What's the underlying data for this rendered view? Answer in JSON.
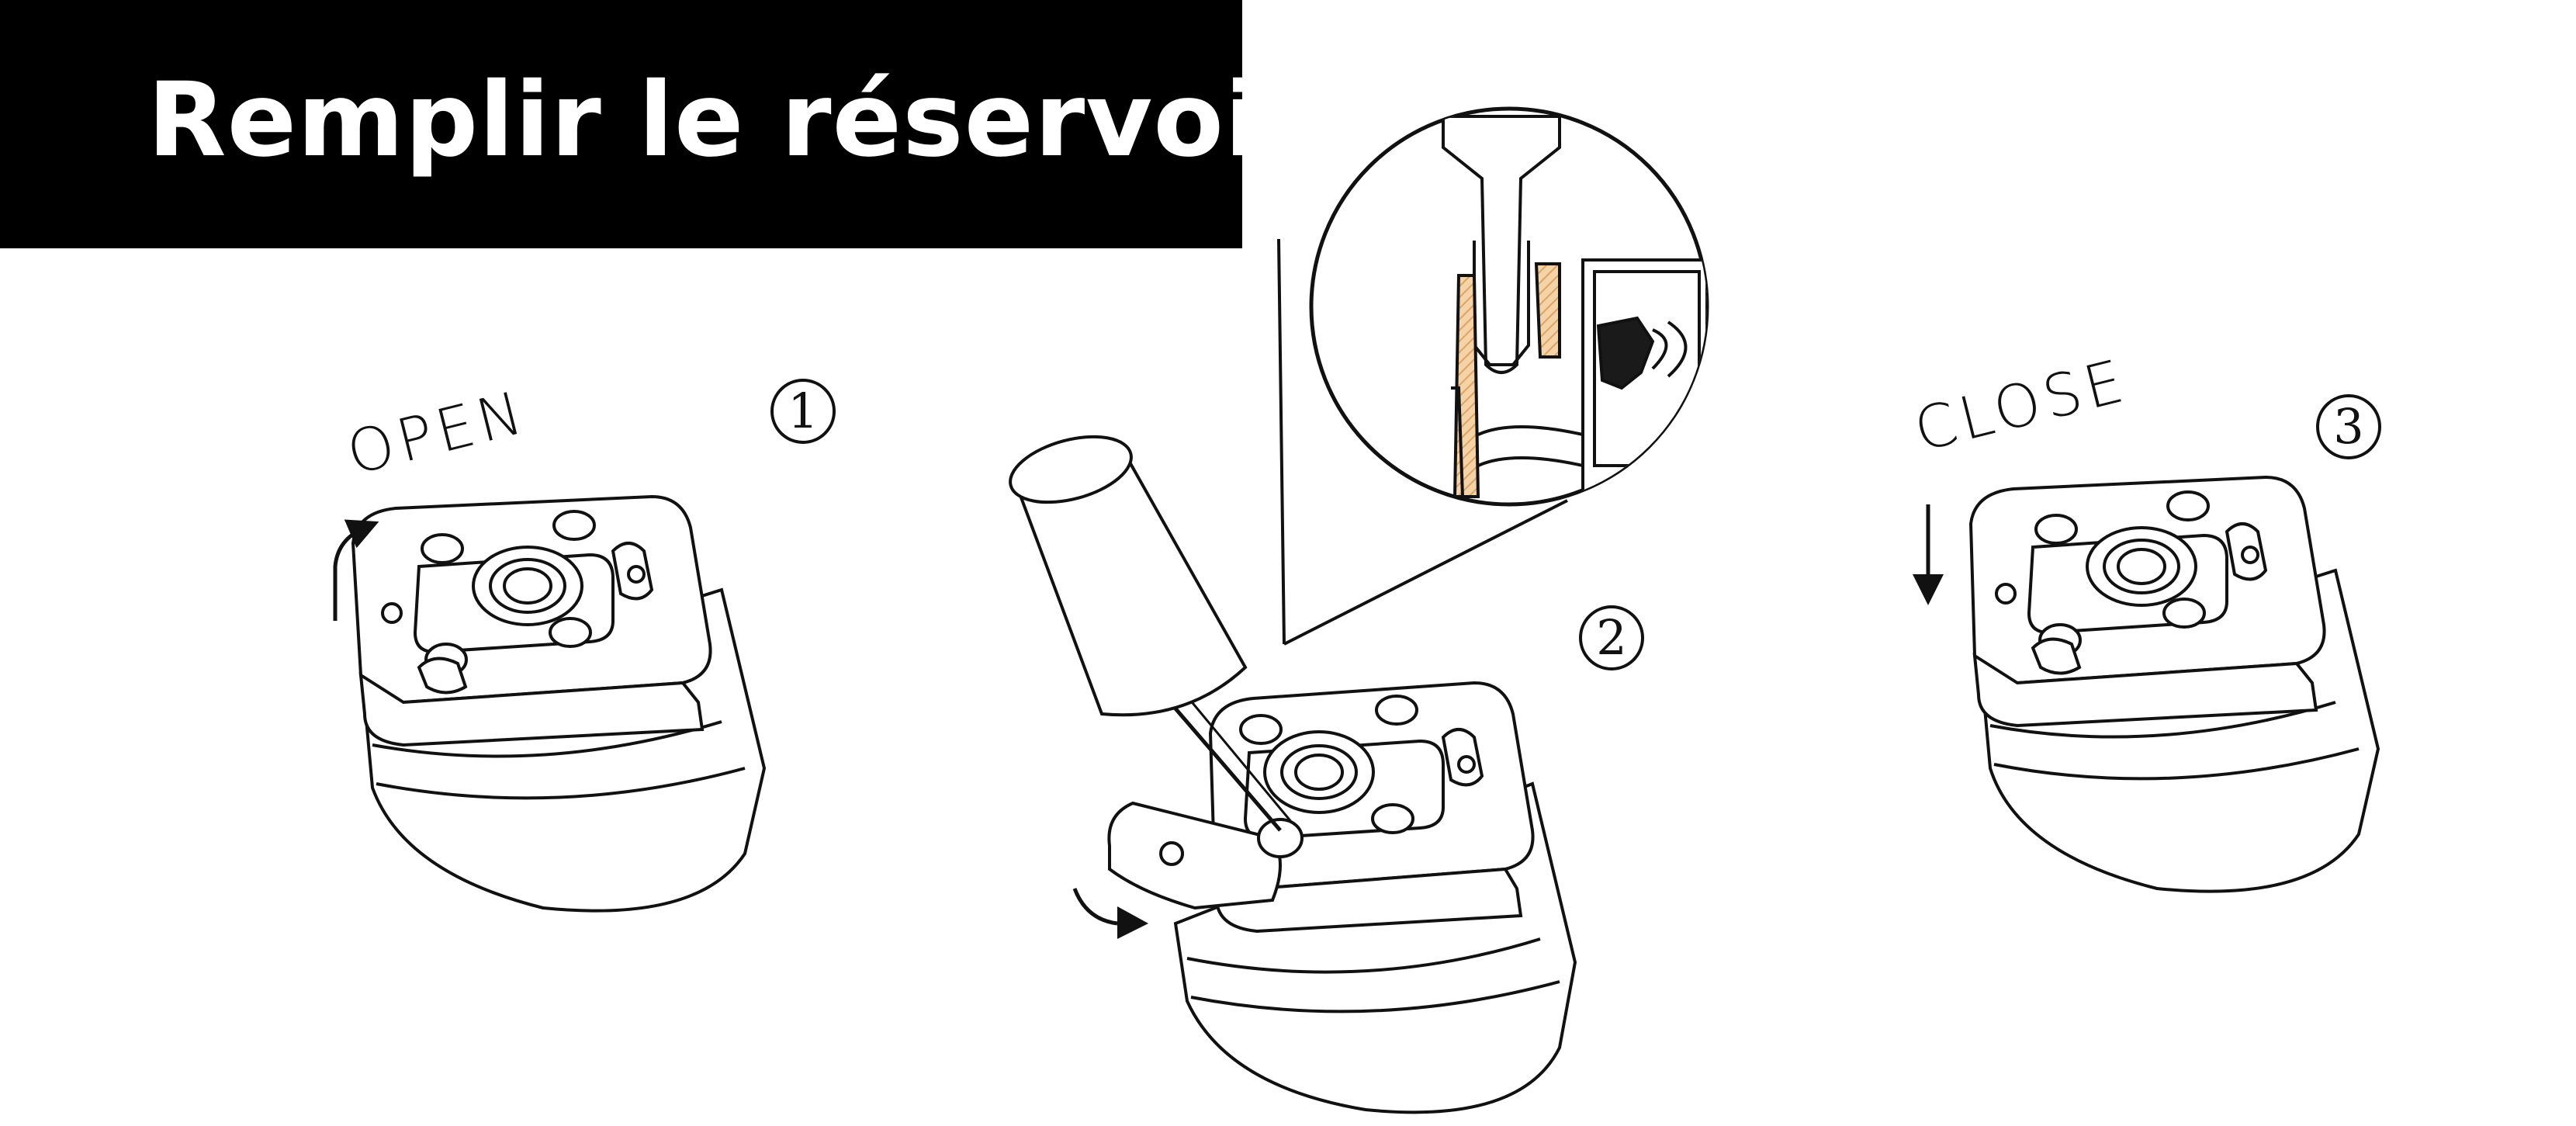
{
  "title": "Remplir le réservoir",
  "labels": {
    "open": "OPEN",
    "close": "CLOSE"
  },
  "steps": [
    "1",
    "2",
    "3"
  ],
  "colors": {
    "title_bg": "#000000",
    "title_text": "#ffffff",
    "line": "#111111",
    "fill_hatch": "#e0a460",
    "plug": "#1a1a1a"
  },
  "icons": {
    "rotate": "curved-arrow-icon",
    "down": "down-arrow-icon"
  }
}
